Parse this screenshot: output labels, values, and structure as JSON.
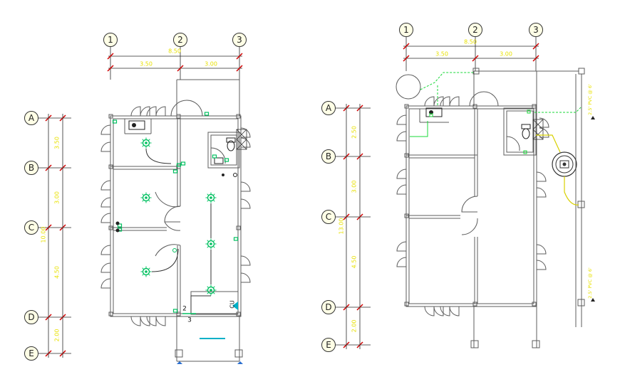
{
  "colors": {
    "background": "#ffffff",
    "wall": "#5c5c5c",
    "dim_text": "#e8e100",
    "dim_line": "#2a2a2a",
    "tick": "#d00000",
    "electrical": "#00c060",
    "wire": "#d8d000",
    "plumbing": "#18d838",
    "bubble_fill": "#ffffe6",
    "cyan": "#00b0c8"
  },
  "plan_left": {
    "grid_top": [
      "1",
      "2",
      "3"
    ],
    "grid_side": [
      "A",
      "B",
      "C",
      "D",
      "E"
    ],
    "overall_width": "8.50",
    "span_widths": [
      "3.50",
      "3.00"
    ],
    "side_dims": [
      "3.50",
      "3.00",
      "4.50",
      "2.00"
    ],
    "side_total": "10.00",
    "circuit_nums": [
      "2",
      "3"
    ],
    "cu_label": "CU"
  },
  "plan_right": {
    "grid_top": [
      "1",
      "2",
      "3"
    ],
    "grid_side": [
      "A",
      "B",
      "C",
      "D",
      "E"
    ],
    "overall_width": "8.50",
    "span_widths": [
      "3.50",
      "3.00"
    ],
    "side_dims": [
      "2.50",
      "3.00",
      "4.50",
      "2.00"
    ],
    "side_total": "13.00",
    "pipe_labels": [
      "2.5' PVC @ 6'",
      "2.5' PVC @ 6'"
    ]
  }
}
